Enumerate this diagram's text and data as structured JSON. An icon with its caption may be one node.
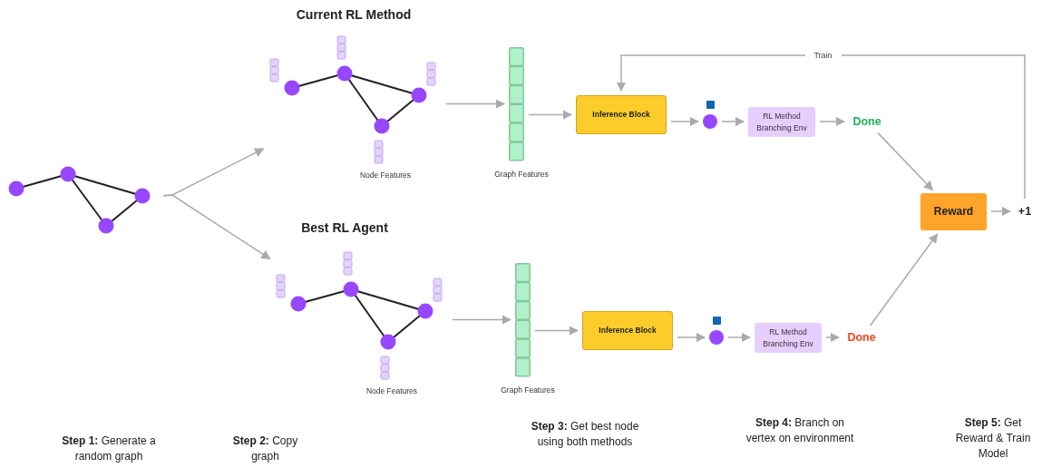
{
  "diagram": {
    "nodes": [
      {
        "text": [],
        "shape": "picture"
      },
      {
        "text": [],
        "shape": "picture",
        "beside": [
          "Node Features"
        ]
      },
      {
        "text": [],
        "shape": "picture",
        "beside": [
          "Node Features"
        ]
      },
      {
        "text": [],
        "shape": "bar",
        "beside": [
          "Graph Features"
        ]
      },
      {
        "text": [],
        "shape": "bar",
        "beside": [
          "Graph Features"
        ]
      },
      {
        "text": [
          "Inference Block"
        ]
      },
      {
        "text": [
          "Inference Block"
        ]
      },
      {
        "text": [],
        "shape": "circle"
      },
      {
        "text": [],
        "shape": "circle"
      },
      {
        "text": [
          "RL Method Branching Env"
        ]
      },
      {
        "text": [
          "RL Method Branching Env"
        ]
      },
      {
        "text": [
          "Done"
        ]
      },
      {
        "text": [
          "Done"
        ]
      },
      {
        "text": [
          "Reward"
        ]
      },
      {
        "text": [
          "+1"
        ]
      }
    ],
    "edges": [
      {
        "from": 0,
        "to": 1,
        "arrow": "to"
      },
      {
        "from": 0,
        "to": 2,
        "arrow": "to"
      },
      {
        "from": 1,
        "to": 3,
        "arrow": "to"
      },
      {
        "from": 2,
        "to": 4,
        "arrow": "to"
      },
      {
        "from": 3,
        "to": 5,
        "arrow": "to"
      },
      {
        "from": 4,
        "to": 6,
        "arrow": "to"
      },
      {
        "from": 5,
        "to": 7,
        "arrow": "to"
      },
      {
        "from": 6,
        "to": 8,
        "arrow": "to"
      },
      {
        "from": 7,
        "to": 9,
        "arrow": "to"
      },
      {
        "from": 8,
        "to": 10,
        "arrow": "to"
      },
      {
        "from": 9,
        "to": 11,
        "arrow": "to"
      },
      {
        "from": 10,
        "to": 12,
        "arrow": "to"
      },
      {
        "from": 11,
        "to": 13,
        "arrow": "to"
      },
      {
        "from": 12,
        "to": 13,
        "arrow": "to"
      },
      {
        "from": 13,
        "to": 14,
        "arrow": "to"
      },
      {
        "from": 14,
        "to": 5,
        "arrow": "to",
        "label": "Train"
      }
    ],
    "labels": [
      "Current RL Method",
      "Best RL Agent",
      "**Step 1:** Generate a random graph",
      "**Step 2:** Copy graph",
      "**Step 3:** Get best node using both methods",
      "**Step 4:** Branch on vertex on environment",
      "**Step 5:** Get Reward & Train Model"
    ]
  }
}
